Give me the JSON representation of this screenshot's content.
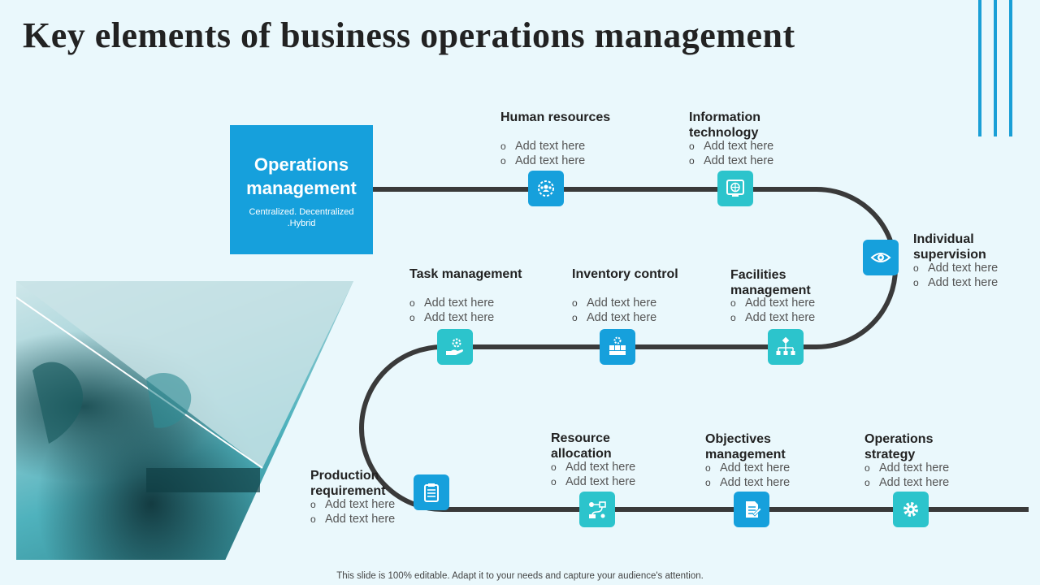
{
  "title": "Key elements of business operations management",
  "center": {
    "title": "Operations management",
    "subtitle": "Centralized. Decentralized .Hybrid"
  },
  "elements": [
    {
      "label": "Human resources",
      "bullets": [
        "Add text here",
        "Add text here"
      ],
      "icon": "people-gear-icon"
    },
    {
      "label": "Information technology",
      "bullets": [
        "Add text here",
        "Add text here"
      ],
      "icon": "globe-monitor-icon"
    },
    {
      "label": "Individual supervision",
      "bullets": [
        "Add text here",
        "Add text here"
      ],
      "icon": "eye-icon"
    },
    {
      "label": "Facilities management",
      "bullets": [
        "Add text here",
        "Add text here"
      ],
      "icon": "hierarchy-icon"
    },
    {
      "label": "Inventory control",
      "bullets": [
        "Add text here",
        "Add text here"
      ],
      "icon": "boxes-icon"
    },
    {
      "label": "Task management",
      "bullets": [
        "Add text here",
        "Add text here"
      ],
      "icon": "hand-gear-icon"
    },
    {
      "label": "Production requirement",
      "bullets": [
        "Add text here",
        "Add text here"
      ],
      "icon": "clipboard-icon"
    },
    {
      "label": "Resource allocation",
      "bullets": [
        "Add text here",
        "Add text here"
      ],
      "icon": "flow-icon"
    },
    {
      "label": "Objectives management",
      "bullets": [
        "Add text here",
        "Add text here"
      ],
      "icon": "document-icon"
    },
    {
      "label": "Operations strategy",
      "bullets": [
        "Add text here",
        "Add text here"
      ],
      "icon": "gear-icon"
    }
  ],
  "footer": "This slide is 100% editable. Adapt it to your needs and capture your audience's attention.",
  "colors": {
    "blue": "#16a0dc",
    "teal": "#2cc4cc",
    "path": "#3a3a3a",
    "background": "#eaf8fc"
  }
}
